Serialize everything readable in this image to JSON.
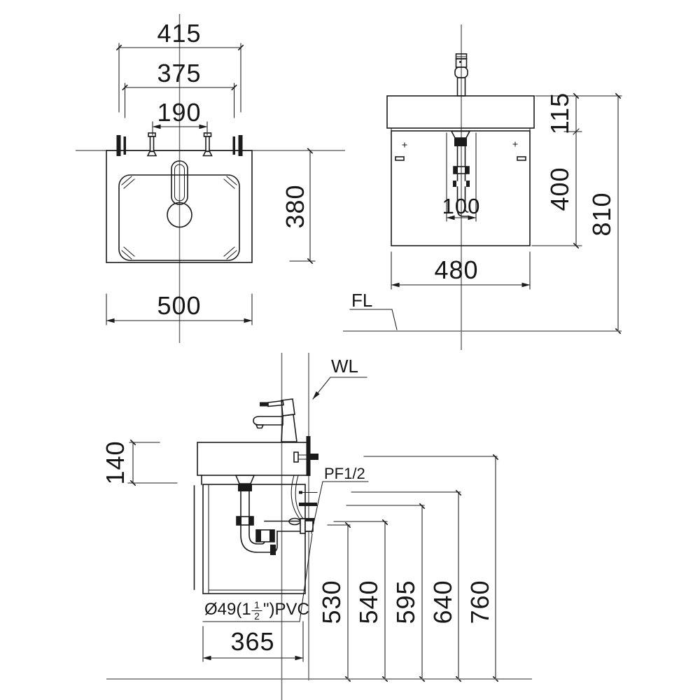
{
  "labels": {
    "wall_line": "WL",
    "floor_line": "FL",
    "supply_thread": "PF1/2",
    "drain_pipe": {
      "prefix": "Ø49(1",
      "numerator": "1",
      "denominator": "2",
      "suffix": "\")PVC"
    }
  },
  "top_view": {
    "overall_width": "415",
    "mounting_width": "375",
    "faucet_hole_spacing": "190",
    "depth": "380",
    "basin_width": "500"
  },
  "front_view": {
    "basin_height": "115",
    "cabinet_height": "400",
    "overall_height": "810",
    "drain_spacing": "100",
    "cabinet_width": "480"
  },
  "side_view": {
    "basin_height": "140",
    "cabinet_depth": "365",
    "drain_outlet_height": "530",
    "drain_wall_height": "540",
    "supply_lower_height": "595",
    "supply_upper_height": "640",
    "bracket_height": "760"
  },
  "colors": {
    "object_line": "#1b1b1b",
    "reference_line": "#6f6f6f",
    "background": "#ffffff"
  }
}
